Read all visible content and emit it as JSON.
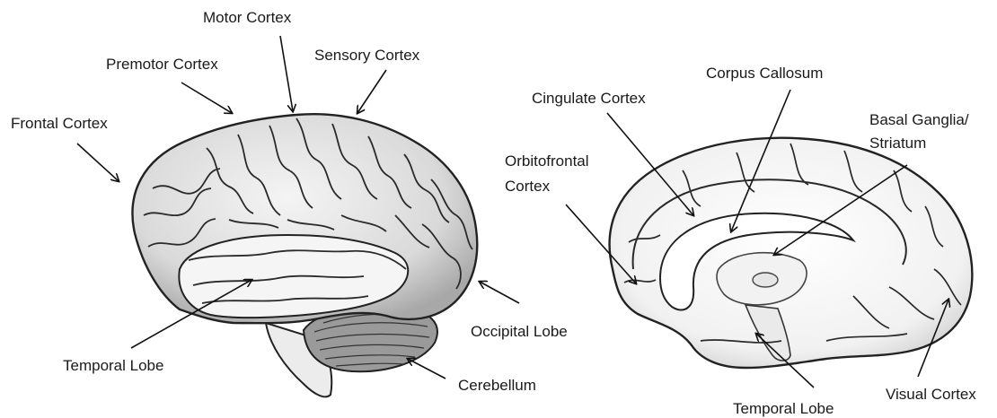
{
  "diagram": {
    "lateral_view": {
      "labels": {
        "motor_cortex": "Motor Cortex",
        "premotor_cortex": "Premotor Cortex",
        "sensory_cortex": "Sensory Cortex",
        "frontal_cortex": "Frontal Cortex",
        "occipital_lobe": "Occipital Lobe",
        "temporal_lobe": "Temporal Lobe",
        "cerebellum": "Cerebellum"
      }
    },
    "medial_view": {
      "labels": {
        "corpus_callosum": "Corpus Callosum",
        "cingulate_cortex": "Cingulate Cortex",
        "basal_ganglia_line1": "Basal Ganglia/",
        "basal_ganglia_line2": "Striatum",
        "orbitofrontal_line1": "Orbitofrontal",
        "orbitofrontal_line2": "Cortex",
        "visual_cortex": "Visual Cortex",
        "temporal_lobe": "Temporal Lobe"
      }
    }
  }
}
